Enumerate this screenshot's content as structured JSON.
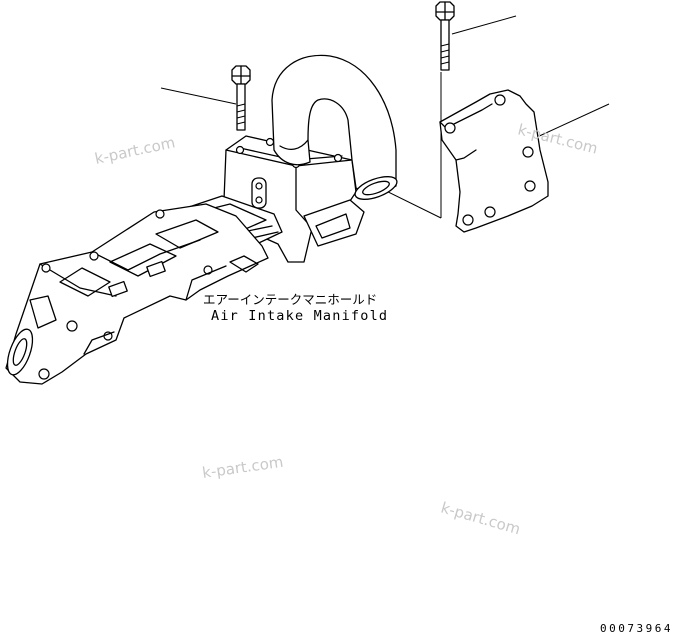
{
  "diagram": {
    "label_japanese": "エアーインテークマニホールド",
    "label_english": "Air Intake Manifold",
    "document_number": "00073964"
  },
  "watermarks": [
    "k-part.com",
    "k-part.com",
    "k-part.com",
    "k-part.com"
  ],
  "colors": {
    "line": "#000000",
    "background": "#ffffff",
    "watermark": "#c9c9c9"
  }
}
